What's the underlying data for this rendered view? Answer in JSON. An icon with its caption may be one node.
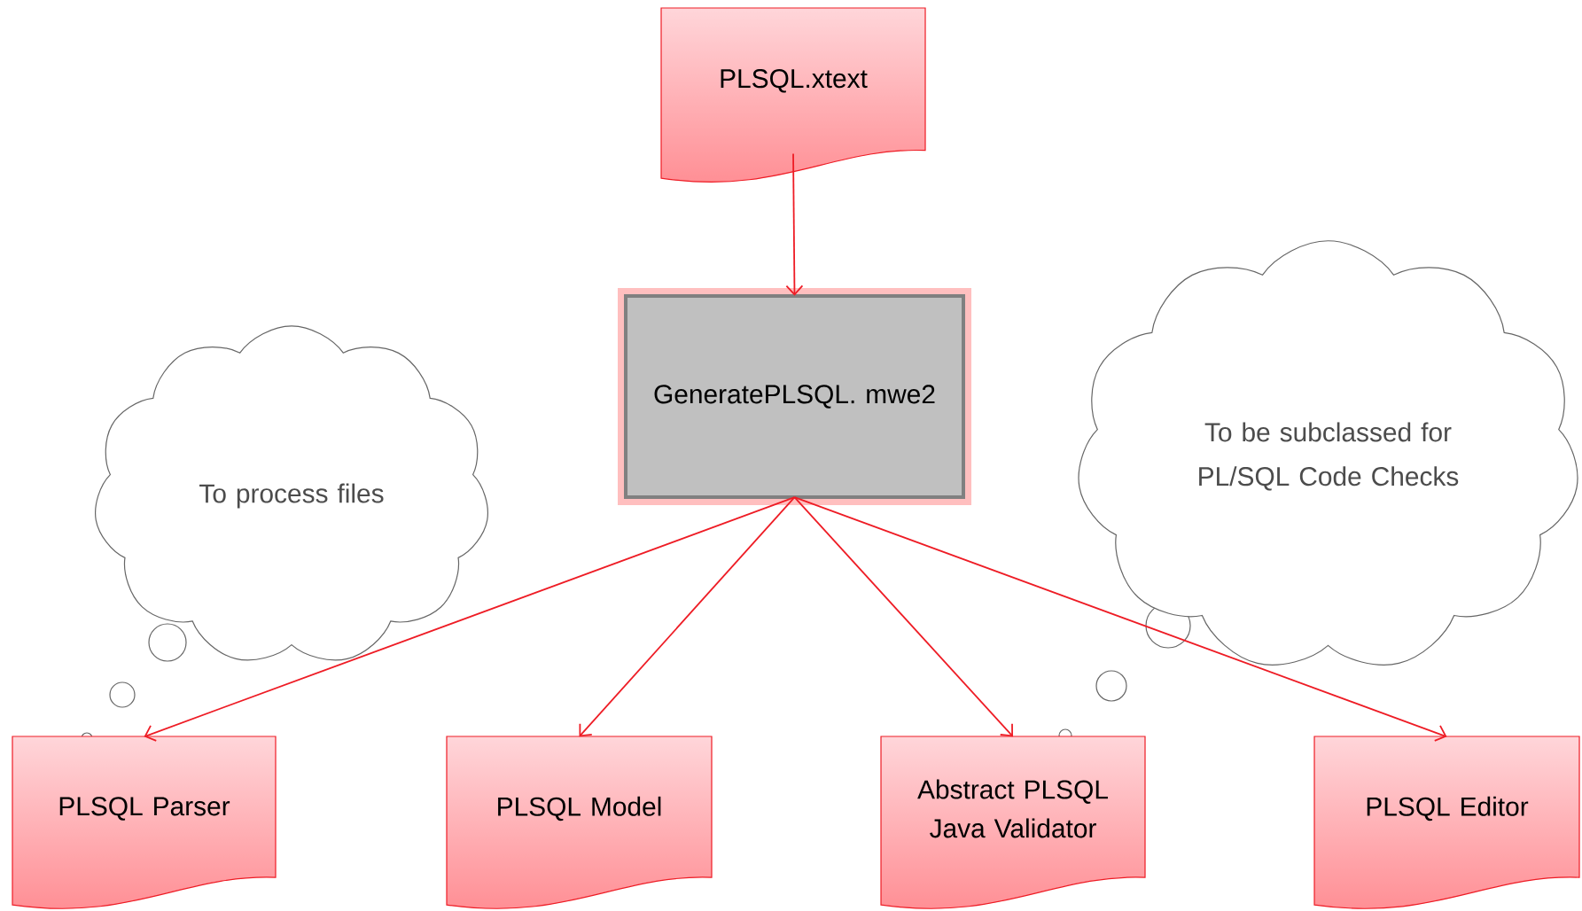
{
  "diagram": {
    "nodes": [
      {
        "text": [
          "PLSQL.xtext"
        ]
      },
      {
        "text": [
          "GeneratePLSQL. mwe2"
        ]
      },
      {
        "text": [
          "To process files"
        ]
      },
      {
        "text": [
          "To be subclassed for PL/SQL Code Checks"
        ]
      },
      {
        "text": [
          "PLSQL Parser"
        ]
      },
      {
        "text": [
          "PLSQL Model"
        ]
      },
      {
        "text": [
          "Abstract PLSQL Java Validator"
        ]
      },
      {
        "text": [
          "PLSQL Editor"
        ]
      }
    ],
    "edges": [
      {
        "from": 0,
        "to": 1,
        "arrow": "to"
      },
      {
        "from": 1,
        "to": 4,
        "arrow": "to"
      },
      {
        "from": 1,
        "to": 5,
        "arrow": "to"
      },
      {
        "from": 1,
        "to": 6,
        "arrow": "to"
      },
      {
        "from": 1,
        "to": 7,
        "arrow": "to"
      }
    ]
  }
}
